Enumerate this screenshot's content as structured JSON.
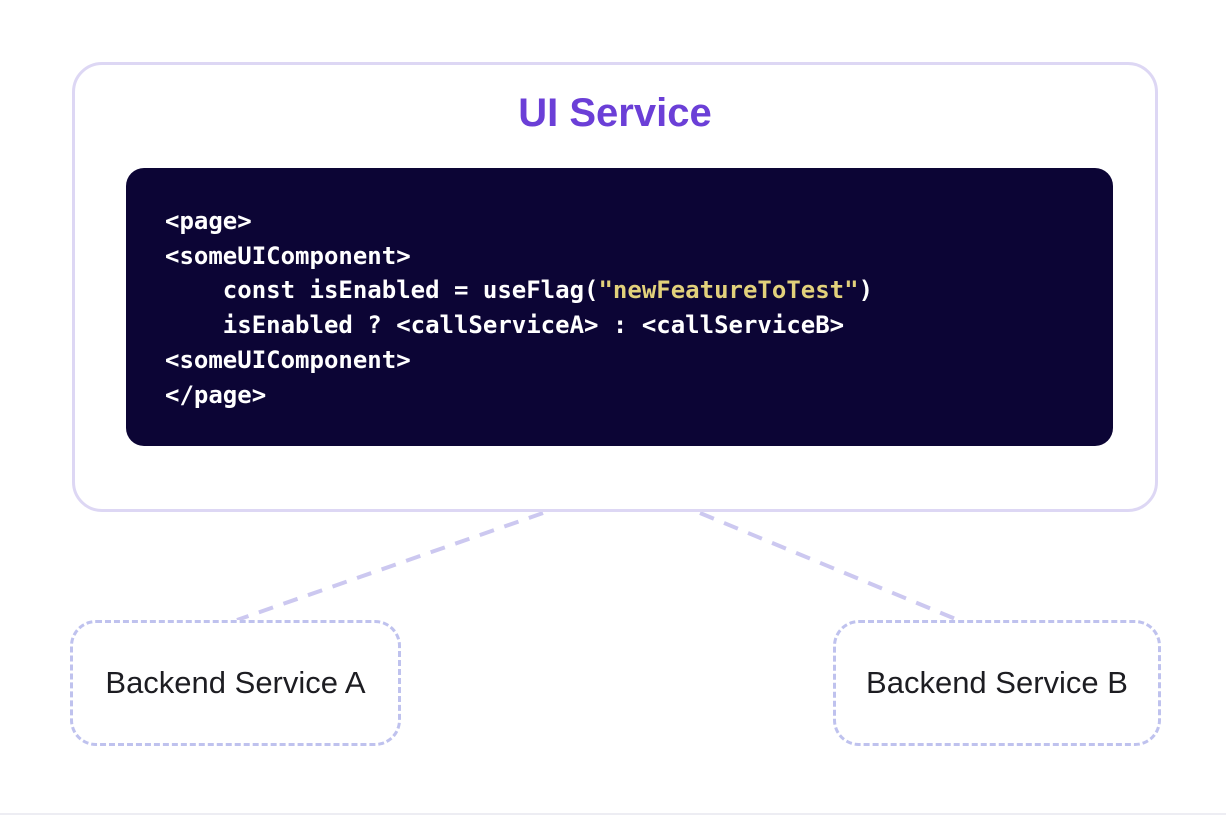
{
  "diagram": {
    "title": "UI Service",
    "nodes": {
      "backend_a": {
        "label": "Backend Service A"
      },
      "backend_b": {
        "label": "Backend Service B"
      }
    },
    "connections": [
      {
        "from": "ui-service",
        "to": "backend-service-a",
        "style": "dashed"
      },
      {
        "from": "ui-service",
        "to": "backend-service-b",
        "style": "dashed"
      }
    ]
  },
  "code": {
    "lines": [
      [
        {
          "t": "<page>",
          "c": "plain"
        }
      ],
      [
        {
          "t": "<someUIComponent>",
          "c": "plain"
        }
      ],
      [
        {
          "t": "    const isEnabled = useFlag(",
          "c": "plain"
        },
        {
          "t": "\"newFeatureToTest\"",
          "c": "string"
        },
        {
          "t": ")",
          "c": "plain"
        }
      ],
      [
        {
          "t": "    isEnabled ? <callServiceA> : <callServiceB>",
          "c": "plain"
        }
      ],
      [
        {
          "t": "<someUIComponent>",
          "c": "plain"
        }
      ],
      [
        {
          "t": "</page>",
          "c": "plain"
        }
      ]
    ]
  },
  "colors": {
    "accent": "#6B3FD7",
    "code-bg": "#0C0535",
    "string": "#E2D17B",
    "dash-strong": "#BFC2EE",
    "dash-soft": "#CCC8F0",
    "border-soft": "#DDD7F4",
    "label-text": "#1D1D22"
  }
}
